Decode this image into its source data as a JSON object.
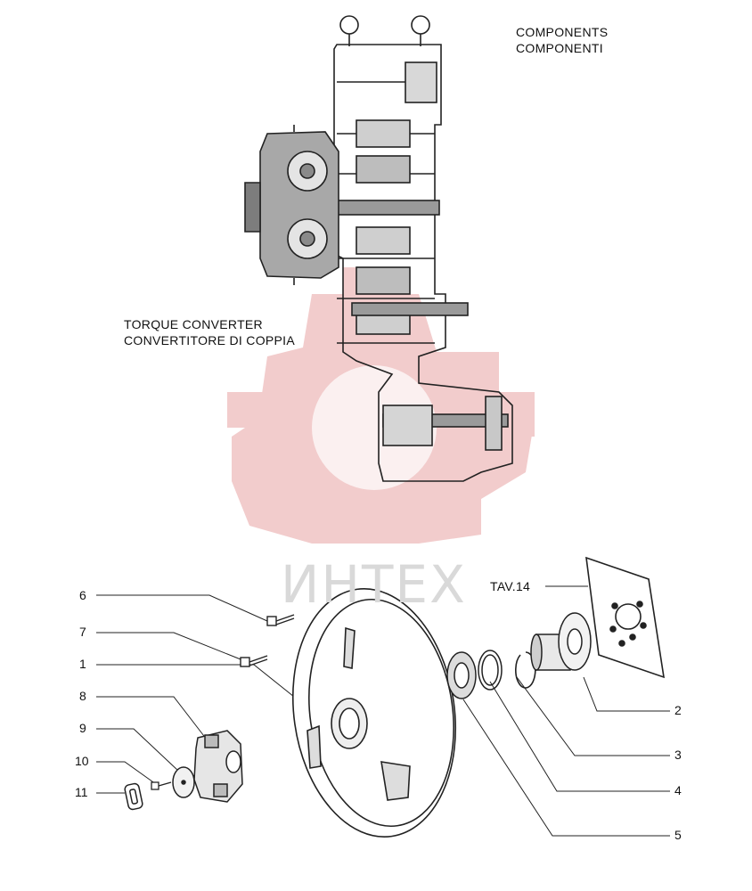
{
  "header": {
    "components_en": "COMPONENTS",
    "components_it": "COMPONENTI"
  },
  "torque_converter": {
    "label_en": "TORQUE CONVERTER",
    "label_it": "CONVERTITORE DI COPPIA"
  },
  "reference": {
    "table": "TAV.14"
  },
  "watermark": {
    "text": "ИНТЕХ",
    "color": "#e8a3a3"
  },
  "callouts": {
    "c1": "1",
    "c2": "2",
    "c3": "3",
    "c4": "4",
    "c5": "5",
    "c6": "6",
    "c7": "7",
    "c8": "8",
    "c9": "9",
    "c10": "10",
    "c11": "11"
  }
}
